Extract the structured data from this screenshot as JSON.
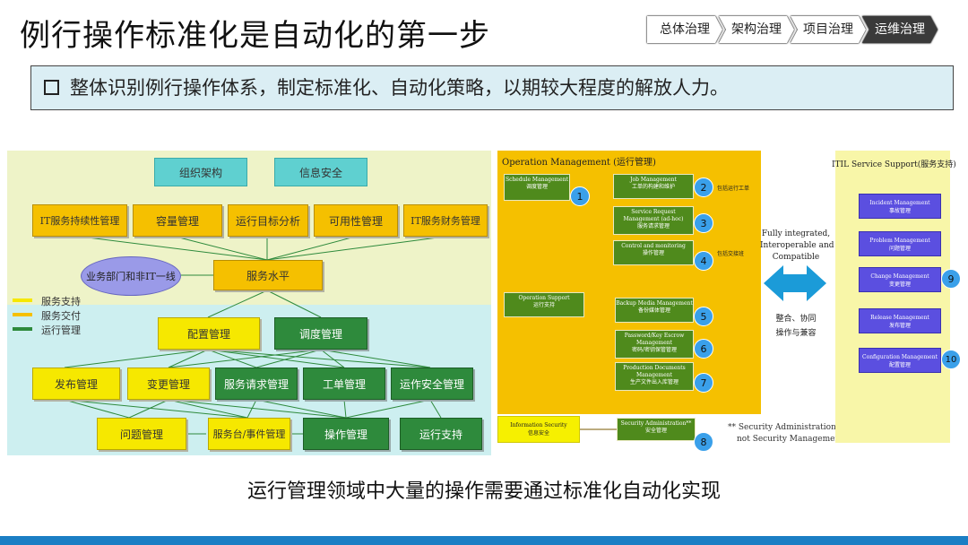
{
  "header": {
    "title": "例行操作标准化是自动化的第一步",
    "breadcrumbs": [
      "总体治理",
      "架构治理",
      "项目治理",
      "运维治理"
    ],
    "active_crumb": 3
  },
  "banner": {
    "text": "整体识别例行操作体系，制定标准化、自动化策略，以期较大程度的解放人力。"
  },
  "left_diagram": {
    "top_row": [
      "组织架构",
      "信息安全"
    ],
    "row2": [
      "IT服务持续性管理",
      "容量管理",
      "运行目标分析",
      "可用性管理",
      "IT服务财务管理"
    ],
    "center": "服务水平",
    "ellipse": "业务部门和非IT一线",
    "legend": [
      {
        "label": "服务支持",
        "color": "#f6e800"
      },
      {
        "label": "服务交付",
        "color": "#f5c000"
      },
      {
        "label": "运行管理",
        "color": "#2e8a3c"
      }
    ],
    "row3": [
      "配置管理",
      "调度管理"
    ],
    "row4": [
      "发布管理",
      "变更管理",
      "服务请求管理",
      "工单管理",
      "运作安全管理"
    ],
    "row5": [
      "问题管理",
      "服务台/事件管理",
      "操作管理",
      "运行支持"
    ]
  },
  "ops_diagram": {
    "title": "Operation Management (运行管理)",
    "nodes": [
      {
        "en": "Schedule Management",
        "cn": "调度管理",
        "num": "1"
      },
      {
        "en": "Job Management",
        "cn": "工单的构建和维护",
        "num": "2",
        "note": "包括运行工单"
      },
      {
        "en": "Service Request Management (ad-hoc)",
        "cn": "服务请求管理",
        "num": "3"
      },
      {
        "en": "Control and monitoring",
        "cn": "操作管理",
        "num": "4",
        "note": "包括交接班"
      },
      {
        "en": "Operation Support",
        "cn": "运行支持"
      },
      {
        "en": "Backup Media Management",
        "cn": "备份媒体管理",
        "num": "5"
      },
      {
        "en": "Password/Key Escrow Management",
        "cn": "密码/密钥保管管理",
        "num": "6"
      },
      {
        "en": "Production Documents Management",
        "cn": "生产文件出入库管理",
        "num": "7"
      },
      {
        "en": "Information Security",
        "cn": "信息安全"
      },
      {
        "en": "Security Administration**",
        "cn": "安全管理",
        "num": "8"
      }
    ],
    "note_lines": [
      "** Security Administration,",
      "not Security Management"
    ]
  },
  "middle": {
    "top_lines": [
      "Fully integrated,",
      "Interoperable and",
      "Compatible"
    ],
    "bottom_lines": [
      "整合、协同",
      "操作与兼容"
    ]
  },
  "itil": {
    "title": "ITIL Service Support(服务支持)",
    "nodes": [
      {
        "en": "Incident Management",
        "cn": "事故管理"
      },
      {
        "en": "Problem Management",
        "cn": "问题管理"
      },
      {
        "en": "Change Management",
        "cn": "变更管理",
        "num": "9"
      },
      {
        "en": "Release Management",
        "cn": "发布管理"
      },
      {
        "en": "Configuration Management",
        "cn": "配置管理",
        "num": "10"
      }
    ]
  },
  "caption": "运行管理领域中大量的操作需要通过标准化自动化实现"
}
